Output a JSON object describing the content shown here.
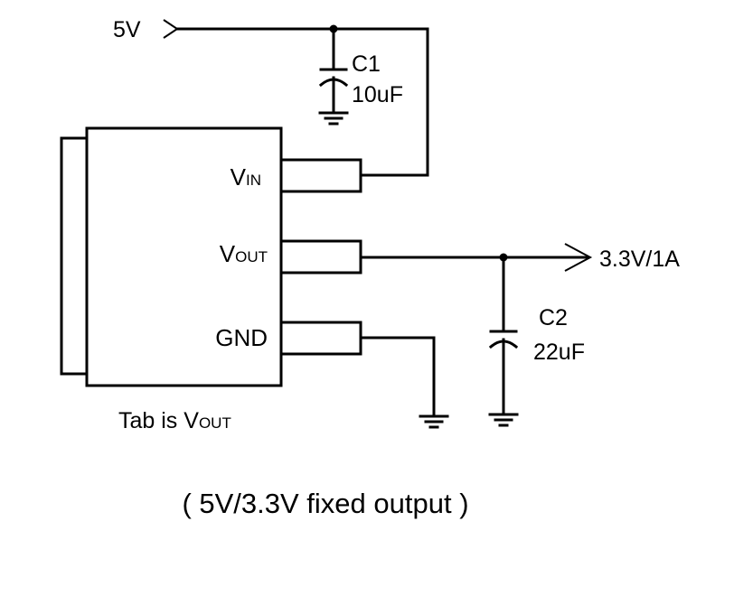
{
  "diagram": {
    "type": "schematic",
    "title": "( 5V/3.3V fixed output )",
    "input_net": {
      "label": "5V"
    },
    "output_net": {
      "label": "3.3V/1A"
    },
    "regulator": {
      "pins": [
        {
          "name": "VIN",
          "main": "V",
          "sub": "IN"
        },
        {
          "name": "VOUT",
          "main": "V",
          "sub": "OUT"
        },
        {
          "name": "GND",
          "main": "GND",
          "sub": ""
        }
      ],
      "tab_note": {
        "prefix": "Tab is V",
        "suffix": "OUT"
      }
    },
    "components": [
      {
        "ref": "C1",
        "value": "10uF",
        "connects": [
          "5V",
          "GND"
        ]
      },
      {
        "ref": "C2",
        "value": "22uF",
        "connects": [
          "VOUT",
          "GND"
        ]
      }
    ],
    "colors": {
      "line": "#000000",
      "background": "#ffffff"
    }
  }
}
